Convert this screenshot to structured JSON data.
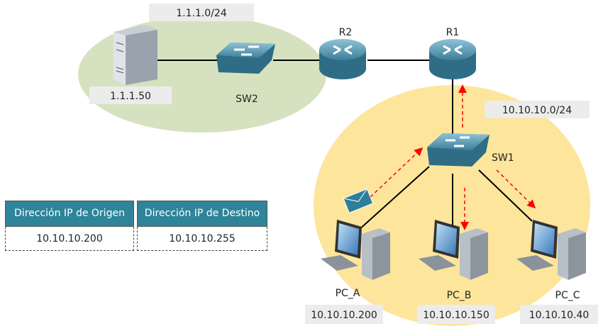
{
  "networks": {
    "left_subnet": "1.1.1.0/24",
    "right_subnet": "10.10.10.0/24"
  },
  "devices": {
    "server": {
      "ip": "1.1.1.50"
    },
    "sw2": {
      "label": "SW2"
    },
    "r2": {
      "label": "R2"
    },
    "r1": {
      "label": "R1"
    },
    "sw1": {
      "label": "SW1"
    },
    "pc_a": {
      "label": "PC_A",
      "ip": "10.10.10.200"
    },
    "pc_b": {
      "label": "PC_B",
      "ip": "10.10.10.150"
    },
    "pc_c": {
      "label": "PC_C",
      "ip": "10.10.10.40"
    }
  },
  "packet_table": {
    "headers": [
      "Dirección IP de Origen",
      "Dirección IP de Destino"
    ],
    "values": [
      "10.10.10.200",
      "10.10.10.255"
    ]
  },
  "colors": {
    "left_zone": "#d6e2bf",
    "right_zone": "#fde59c",
    "table_header": "#2e8499",
    "flow_arrow": "#ff0000"
  }
}
